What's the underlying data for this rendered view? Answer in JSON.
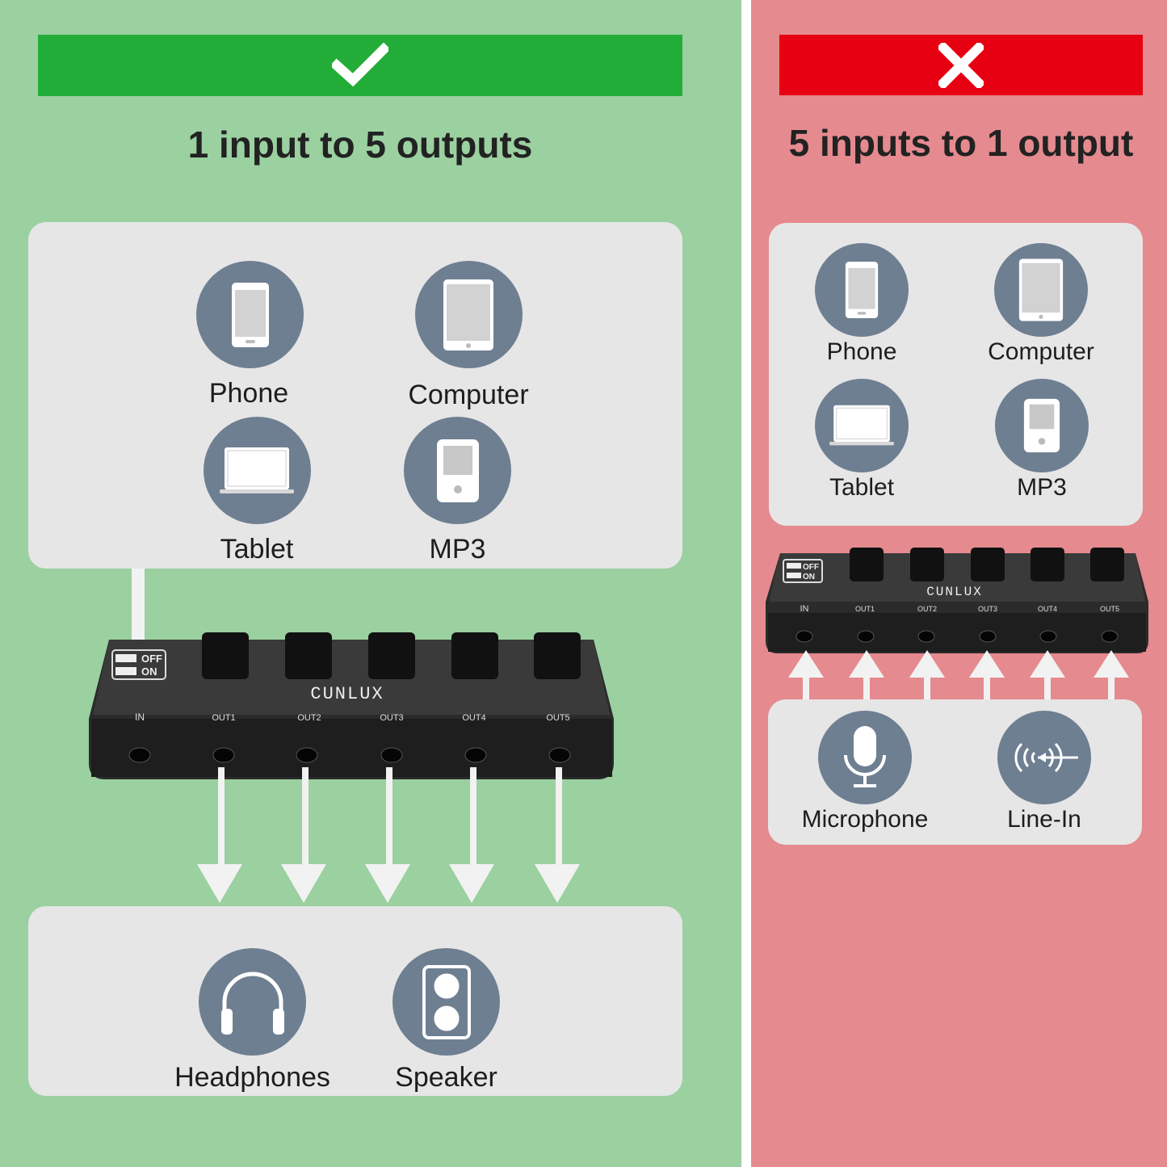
{
  "left": {
    "title": "1 input to 5 outputs",
    "banner_icon": "check-icon",
    "banner_color": "#22ad38",
    "sources": [
      {
        "label": "Phone",
        "icon": "phone-icon"
      },
      {
        "label": "Computer",
        "icon": "tablet-device-icon"
      },
      {
        "label": "Tablet",
        "icon": "laptop-icon"
      },
      {
        "label": "MP3",
        "icon": "mp3-player-icon"
      }
    ],
    "outputs": [
      {
        "label": "Headphones",
        "icon": "headphones-icon"
      },
      {
        "label": "Speaker",
        "icon": "speaker-icon"
      }
    ]
  },
  "right": {
    "title": "5 inputs to 1 output",
    "banner_icon": "cross-icon",
    "banner_color": "#e60012",
    "sources": [
      {
        "label": "Phone",
        "icon": "phone-icon"
      },
      {
        "label": "Computer",
        "icon": "tablet-device-icon"
      },
      {
        "label": "Tablet",
        "icon": "laptop-icon"
      },
      {
        "label": "MP3",
        "icon": "mp3-player-icon"
      }
    ],
    "inputs": [
      {
        "label": "Microphone",
        "icon": "microphone-icon"
      },
      {
        "label": "Line-In",
        "icon": "line-in-icon"
      }
    ]
  },
  "device": {
    "brand": "CUNLUX",
    "switch_off": "OFF",
    "switch_on": "ON",
    "ports": [
      "IN",
      "OUT1",
      "OUT2",
      "OUT3",
      "OUT4",
      "OUT5"
    ]
  }
}
